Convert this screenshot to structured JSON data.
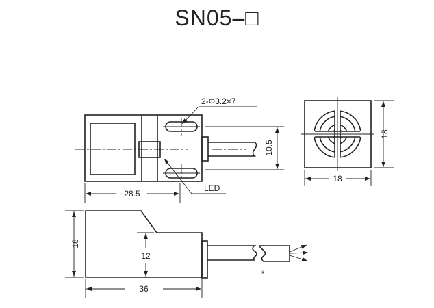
{
  "title": "SN05–□",
  "top_view": {
    "hole_note": "2-Φ3.2×7",
    "led_label": "LED",
    "dim_length": "28.5",
    "dim_height": "10.5"
  },
  "end_view": {
    "dim_width": "18",
    "dim_height": "18"
  },
  "side_view": {
    "dim_height": "18",
    "dim_step": "12",
    "dim_length": "36",
    "cable_note": "*"
  }
}
